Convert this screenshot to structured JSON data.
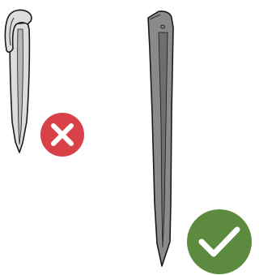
{
  "figure": {
    "items": [
      {
        "id": "hook-peg",
        "verdict": "incorrect",
        "icon": "cross-icon",
        "badge_color": "#d94149"
      },
      {
        "id": "straight-stake",
        "verdict": "correct",
        "icon": "check-icon",
        "badge_color": "#5c8a3f"
      }
    ],
    "colors": {
      "outline": "#1a1a1a",
      "light_peg_fill": "#dcdcdc",
      "light_peg_shade": "#b8b8b8",
      "dark_stake_fill": "#8a8a8a",
      "dark_stake_shade": "#6e6e6e",
      "badge_mark": "#ffffff"
    }
  }
}
